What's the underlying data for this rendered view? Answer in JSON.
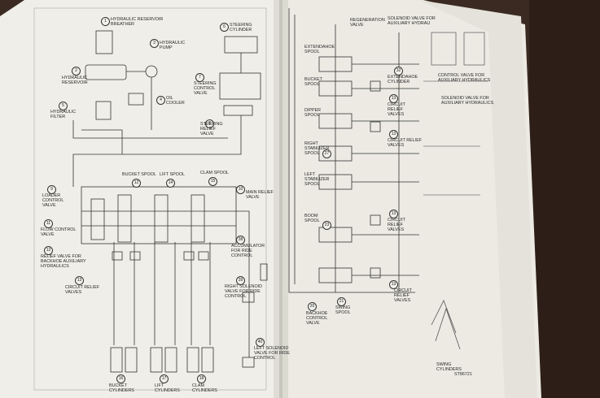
{
  "left_page": {
    "labels": [
      {
        "id": "hydraulic-reservoir-breather",
        "num": "1",
        "text": "HYDRAULIC RESERVOIR\nBREATHER"
      },
      {
        "id": "hydraulic-reservoir",
        "num": "2",
        "text": "HYDRAULIC\nRESERVOIR"
      },
      {
        "id": "hydraulic-pump",
        "num": "3",
        "text": "HYDRAULIC\nPUMP"
      },
      {
        "id": "oil-cooler",
        "num": "4",
        "text": "OIL\nCOOLER"
      },
      {
        "id": "hydraulic-filter",
        "num": "5",
        "text": "HYDRAULIC\nFILTER"
      },
      {
        "id": "steering-cylinder",
        "num": "6",
        "text": "STEERING\nCYLINDER"
      },
      {
        "id": "steering-control-valve",
        "num": "7",
        "text": "STEERING\nCONTROL\nVALVE"
      },
      {
        "id": "steering-relief-valve",
        "num": "8",
        "text": "STEERING\nRELIEF\nVALVE"
      },
      {
        "id": "loader-control-valve",
        "num": "9",
        "text": "LOADER\nCONTROL\nVALVE"
      },
      {
        "id": "bucket-spool",
        "num": "12",
        "text": "BUCKET SPOOL"
      },
      {
        "id": "lift-spool",
        "num": "14",
        "text": "LIFT SPOOL"
      },
      {
        "id": "clam-spool",
        "num": "15",
        "text": "CLAM SPOOL"
      },
      {
        "id": "main-relief-valve",
        "num": "10",
        "text": "MAIN RELIEF\nVALVE"
      },
      {
        "id": "flow-control-valve",
        "num": "11",
        "text": "FLOW CONTROL\nVALVE"
      },
      {
        "id": "relief-valve-backhoe-auxiliary",
        "num": "12",
        "text": "RELIEF VALVE FOR\nBACKHOE AUXILIARY\nHYDRAULICS"
      },
      {
        "id": "circuit-relief-valves-left",
        "num": "13",
        "text": "CIRCUIT RELIEF\nVALVES"
      },
      {
        "id": "accumulator-ride-control",
        "num": "38",
        "text": "ACCUMULATOR\nFOR RIDE\nCONTROL"
      },
      {
        "id": "right-solenoid-ride-control",
        "num": "39",
        "text": "RIGHT SOLENOID\nVALVE FOR RIDE\nCONTROL"
      },
      {
        "id": "left-solenoid-ride-control",
        "num": "40",
        "text": "LEFT SOLENOID\nVALVE FOR RIDE\nCONTROL"
      },
      {
        "id": "bucket-cylinders",
        "num": "16",
        "text": "BUCKET\nCYLINDERS"
      },
      {
        "id": "lift-cylinders",
        "num": "17",
        "text": "LIFT\nCYLINDERS"
      },
      {
        "id": "clam-cylinders",
        "num": "18",
        "text": "CLAM\nCYLINDERS"
      }
    ]
  },
  "right_page": {
    "labels": [
      {
        "id": "regeneration-valve",
        "num": "",
        "text": "REGENERATION\nVALVE"
      },
      {
        "id": "solenoid-valve-auxiliary",
        "num": "",
        "text": "SOLENOID VALVE FOR\nAUXILIARY HYDRAU"
      },
      {
        "id": "extendahoe-spool",
        "num": "",
        "text": "EXTENDAHOE\nSPOOL"
      },
      {
        "id": "extendahoe-cylinder",
        "num": "32",
        "text": "EXTENDAHOE\nCYLINDER"
      },
      {
        "id": "control-valve-auxiliary",
        "num": "",
        "text": "CONTROL VALVE FOR\nAUXILIARY HYDRAULICS"
      },
      {
        "id": "bucket-spool-right",
        "num": "",
        "text": "BUCKET\nSPOOL"
      },
      {
        "id": "circuit-relief-valves-1",
        "num": "13",
        "text": "CIRCUIT\nRELIEF\nVALVES"
      },
      {
        "id": "solenoid-valve-aux-2",
        "num": "",
        "text": "SOLENOID VALVE FOR\nAUXILIARY HYDRAULICS"
      },
      {
        "id": "dipper-spool",
        "num": "",
        "text": "DIPPER\nSPOOL"
      },
      {
        "id": "circuit-relief-valves-2",
        "num": "13",
        "text": "CIRCUIT RELIEF\nVALVES"
      },
      {
        "id": "right-stabilizer-spool",
        "num": "27",
        "text": "RIGHT\nSTABILIZER\nSPOOL"
      },
      {
        "id": "left-stabilizer-spool",
        "num": "",
        "text": "LEFT\nSTABILIZER\nSPOOL"
      },
      {
        "id": "boom-spool",
        "num": "23",
        "text": "BOOM\nSPOOL"
      },
      {
        "id": "circuit-relief-valves-3",
        "num": "13",
        "text": "CIRCUIT\nRELIEF\nVALVES"
      },
      {
        "id": "circuit-relief-valves-4",
        "num": "13",
        "text": "CIRCUIT\nRELIEF\nVALVES"
      },
      {
        "id": "backhoe-control-valve",
        "num": "20",
        "text": "BACKHOE\nCONTROL\nVALVE"
      },
      {
        "id": "swing-spool",
        "num": "21",
        "text": "SWING\nSPOOL"
      },
      {
        "id": "swing-cylinders",
        "num": "",
        "text": "SWING\nCYLINDERS"
      },
      {
        "id": "figure-code",
        "num": "",
        "text": "ST86721"
      }
    ]
  },
  "colors": {
    "background": "#3a2a22",
    "paper": "#efeee8",
    "paper_shadow": "#d9d7cf",
    "ink": "#2b2b2b"
  }
}
